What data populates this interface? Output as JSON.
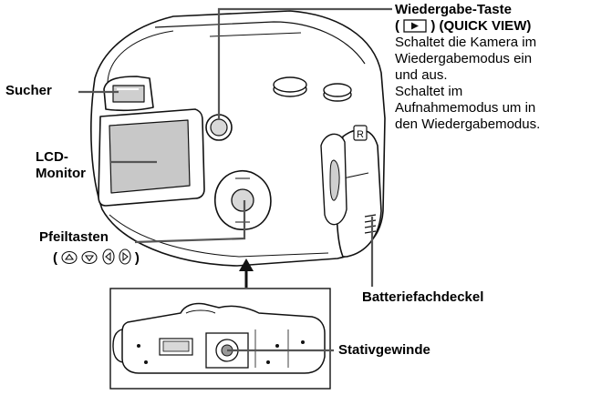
{
  "labels": {
    "sucher": "Sucher",
    "lcd_line1": "LCD-",
    "lcd_line2": "Monitor",
    "pfeiltasten": "Pfeiltasten",
    "pfeil_paren_open": "(",
    "pfeil_paren_close": ")",
    "wiedergabe_title": "Wiedergabe-Taste",
    "wiedergabe_paren_open": "(",
    "wiedergabe_paren_close": ")",
    "wiedergabe_quickview": "(QUICK VIEW)",
    "desc_lines": [
      "Schaltet die Kamera im",
      "Wiedergabemodus ein",
      "und aus.",
      "Schaltet im",
      "Aufnahmemodus um in",
      "den Wiedergabemodus."
    ],
    "batterie": "Batteriefachdeckel",
    "stativ": "Stativgewinde"
  },
  "icons": {
    "play": "play-button-icon",
    "arrows": [
      "arrow-up-button-icon",
      "arrow-down-button-icon",
      "arrow-left-button-icon",
      "arrow-right-button-icon"
    ]
  }
}
